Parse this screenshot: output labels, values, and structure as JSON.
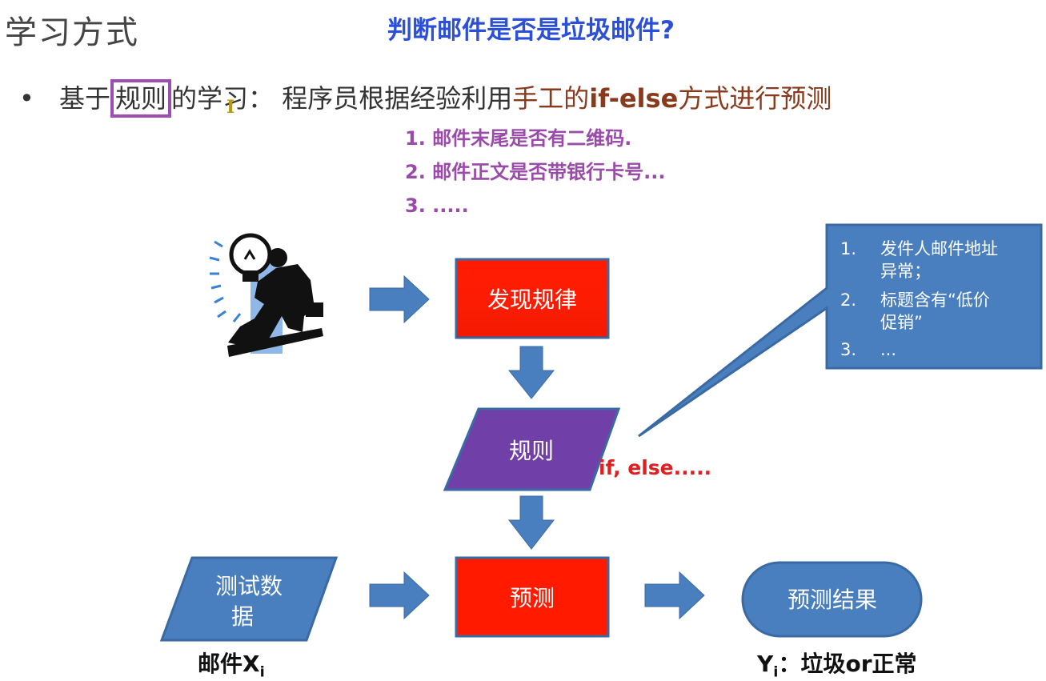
{
  "header": {
    "section_title": "学习方式",
    "main_title": "判断邮件是否是垃圾邮件?"
  },
  "bullet": {
    "dot": "•",
    "prefix": "基于",
    "boxed": "规则",
    "suffix": "的学习：  程序员根据经验利用",
    "brown_1": "手工的",
    "brown_bold": "if-else",
    "brown_2": "方式进行预测"
  },
  "rules_list": [
    "1. 邮件末尾是否有二维码.",
    "2. 邮件正文是否带银行卡号...",
    "3. ....."
  ],
  "flow": {
    "discover": "发现规律",
    "rules": "规则",
    "predict": "预测",
    "test_data_line1": "测试数",
    "test_data_line2": "据",
    "result": "预测结果"
  },
  "callout": {
    "item1_num": "1.",
    "item1_line1": "发件人邮件地址",
    "item1_line2": "异常；",
    "item2_num": "2.",
    "item2_line1": "标题含有“低价",
    "item2_line2": "促销”",
    "item3_num": "3.",
    "item3_line1": "..."
  },
  "ifelse_label": "if, else.....",
  "bottom": {
    "mail_text": "邮件X",
    "mail_sub": "i",
    "y_text": "Y",
    "y_sub": "i",
    "y_rest": "：垃圾or正常"
  },
  "colors": {
    "blue_arrow": "#4a7fbf",
    "red_box": "#ff1a00",
    "purple_box": "#7040a8",
    "blue_shape": "#4a7fbf",
    "title_blue": "#2b4fd6",
    "purple_text": "#9a4aa8",
    "brown_text": "#8a3a1c"
  },
  "icons": {
    "thinker": "man-with-lightbulb-icon"
  }
}
